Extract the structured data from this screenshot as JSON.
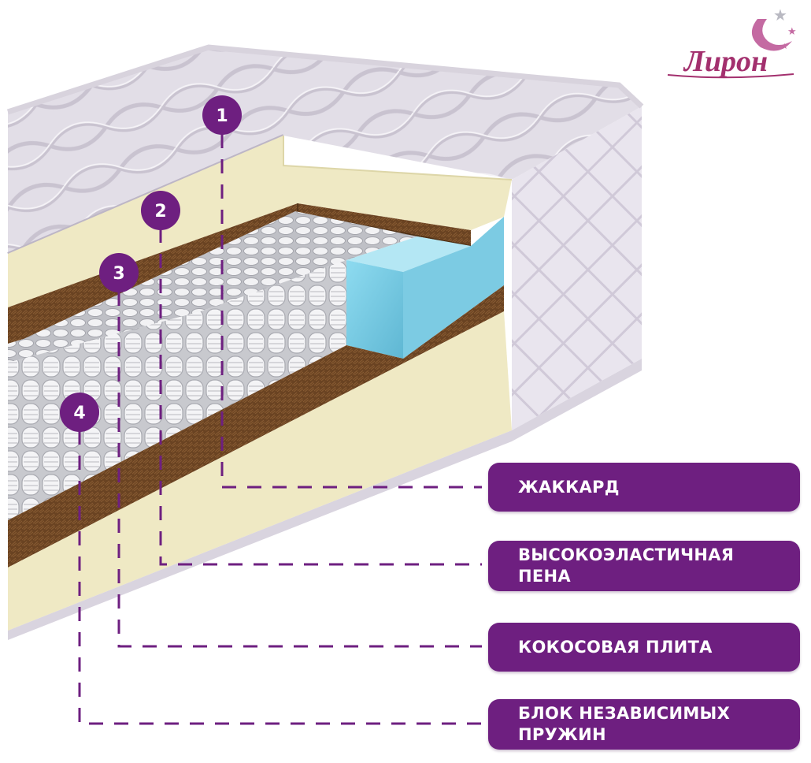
{
  "brand": {
    "logo_text": "Лирон"
  },
  "layers": [
    {
      "number": "1",
      "label": "ЖАККАРД"
    },
    {
      "number": "2",
      "label": "ВЫСОКОЭЛАСТИЧНАЯ\nПЕНА"
    },
    {
      "number": "3",
      "label": "КОКОСОВАЯ ПЛИТА"
    },
    {
      "number": "4",
      "label": "БЛОК НЕЗАВИСИМЫХ\nПРУЖИН"
    }
  ],
  "colors": {
    "accent": "#6e1f80",
    "jacquard": "#e3dfe7",
    "foam": "#f0ebc6",
    "coconut": "#6b4523",
    "side_foam": "#7fd0e6"
  }
}
